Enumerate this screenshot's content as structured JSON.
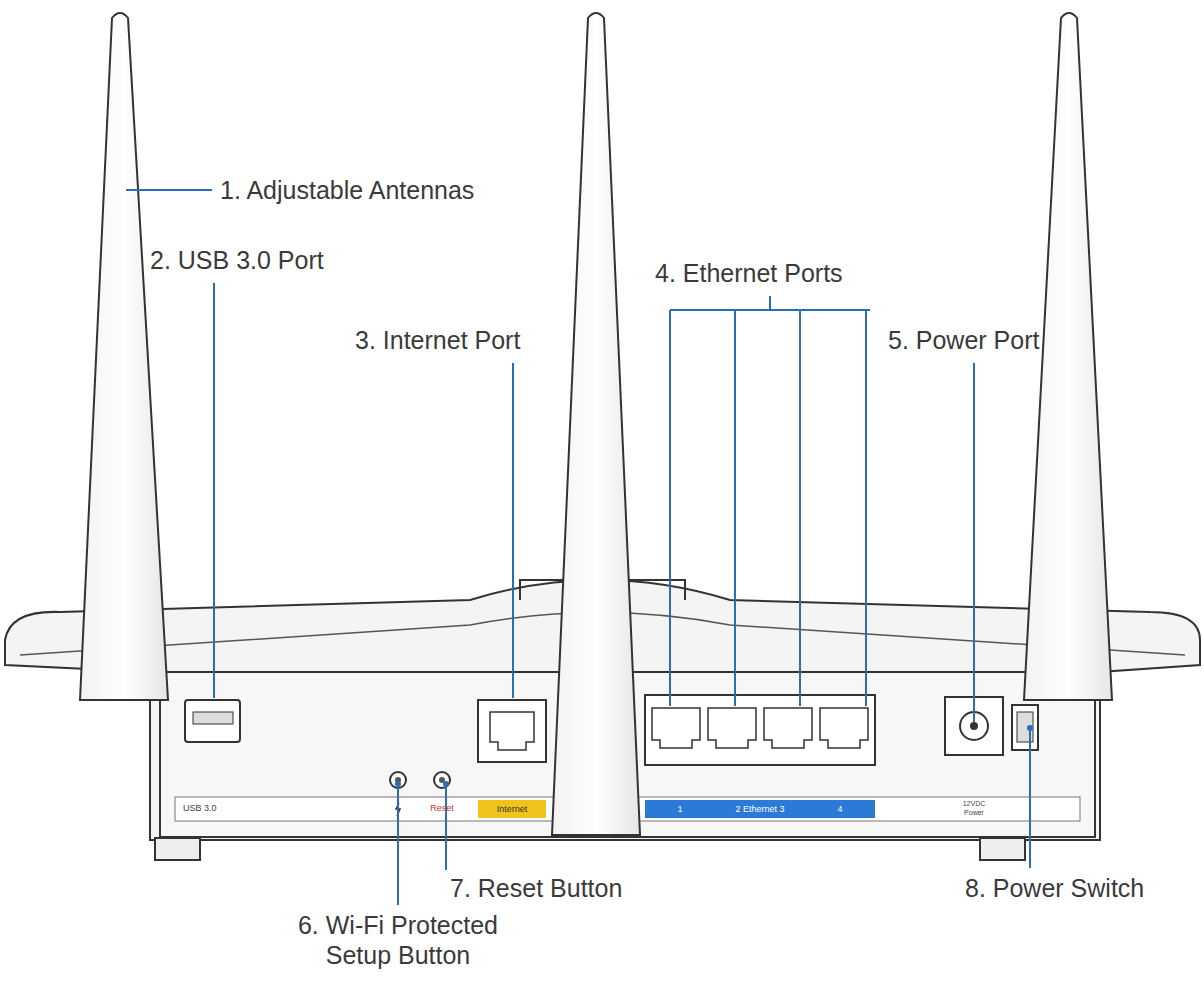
{
  "diagram": {
    "nodes": [
      {
        "text": [
          "Internet"
        ]
      },
      {
        "text": [
          "1",
          "2 Ethernet 3",
          "4"
        ]
      }
    ],
    "labels": [
      "1. Adjustable Antennas",
      "2. USB 3.0 Port",
      "3. Internet Port",
      "4. Ethernet Ports",
      "5. Power Port",
      "6. Wi-Fi Protected Setup Button",
      "7. Reset Button",
      "8. Power Switch",
      "USB 3.0",
      "Reset",
      "12VDC",
      "Power"
    ]
  }
}
